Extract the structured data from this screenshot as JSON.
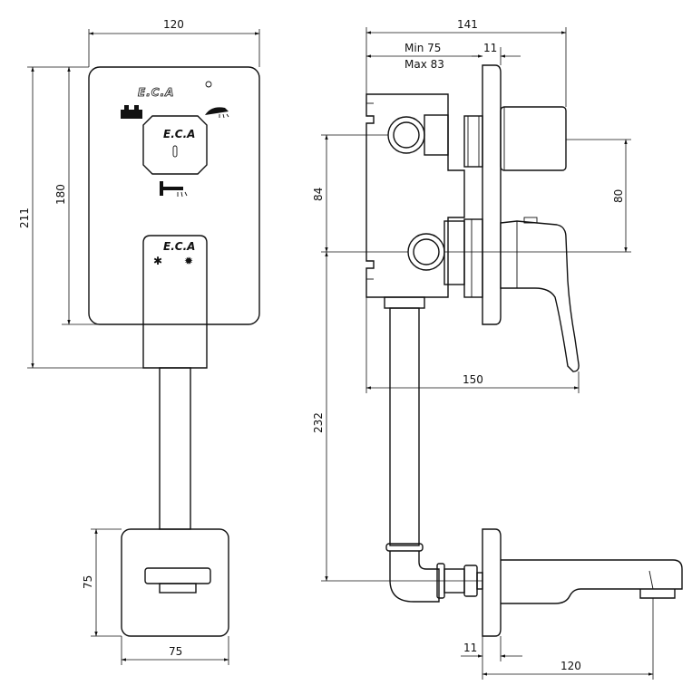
{
  "front_view": {
    "dims": {
      "width_top": "120",
      "height_total": "211",
      "height_plate": "180",
      "spout_height": "75",
      "spout_width": "75"
    },
    "brand_logo": "E.C.A",
    "diverter_logo": "E.C.A",
    "handle_logo": "E.C.A"
  },
  "side_view": {
    "dims": {
      "depth_total": "141",
      "min_depth": "Min 75",
      "max_depth": "Max 83",
      "plate_thickness_top": "11",
      "inlet_spacing": "84",
      "outlet_spacing": "80",
      "lever_length": "150",
      "pipe_length": "232",
      "plate_thickness_bottom": "11",
      "spout_projection": "120"
    }
  },
  "icons": [
    "bathtub-icon",
    "handshower-icon",
    "overhead-shower-icon",
    "cold-icon",
    "hot-icon",
    "registered-mark-icon"
  ]
}
